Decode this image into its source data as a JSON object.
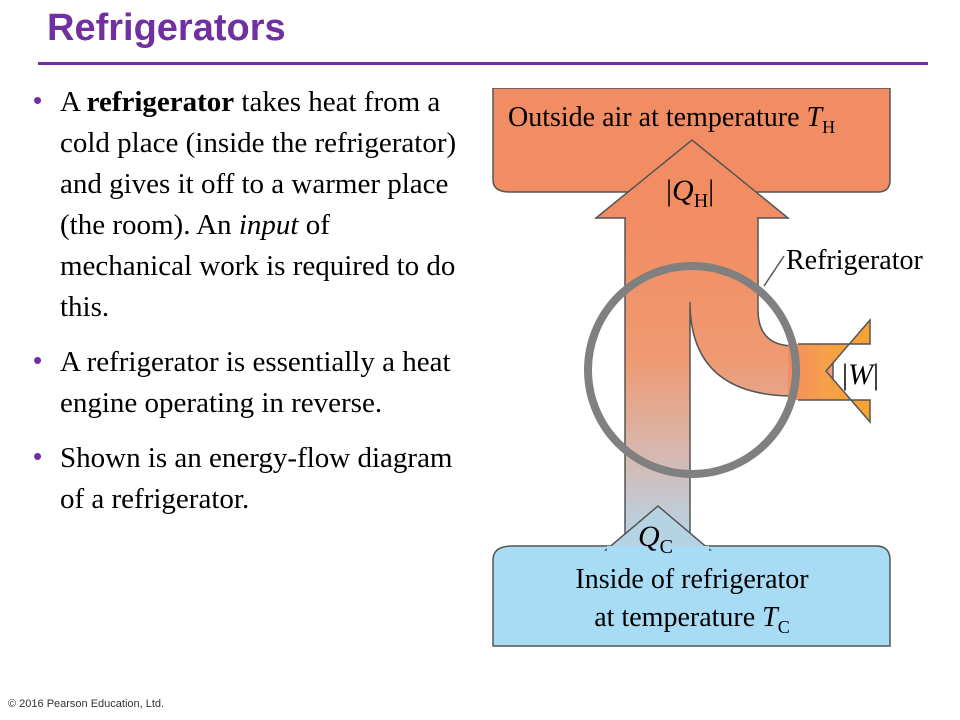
{
  "slide": {
    "title": "Refrigerators",
    "copyright": "© 2016 Pearson Education, Ltd."
  },
  "bullets": [
    {
      "parts": [
        {
          "text": "A ",
          "style": "normal"
        },
        {
          "text": "refrigerator",
          "style": "bold"
        },
        {
          "text": " takes heat from a cold place (inside the refrigerator) and gives it off to a warmer place (the room). An ",
          "style": "normal"
        },
        {
          "text": "input",
          "style": "italic"
        },
        {
          "text": " of mechanical work is required to do this.",
          "style": "normal"
        }
      ]
    },
    {
      "parts": [
        {
          "text": "A refrigerator is essentially a heat engine operating in reverse.",
          "style": "normal"
        }
      ]
    },
    {
      "parts": [
        {
          "text": "Shown is an energy-flow diagram of a refrigerator.",
          "style": "normal"
        }
      ]
    }
  ],
  "diagram": {
    "hot_reservoir_label": "Outside air at temperature",
    "hot_temp_symbol": "T",
    "hot_temp_subscript": "H",
    "qh_symbol": "Q",
    "qh_subscript": "H",
    "refrigerator_label": "Refrigerator",
    "work_symbol": "W",
    "qc_symbol": "Q",
    "qc_subscript": "C",
    "cold_reservoir_line1": "Inside of refrigerator",
    "cold_reservoir_line2": "at temperature",
    "cold_temp_symbol": "T",
    "cold_temp_subscript": "C",
    "colors": {
      "hot": "#f28c62",
      "cold": "#a8dcf5",
      "work": "#f9a330",
      "ring": "#808080",
      "accent": "#7030a0"
    }
  }
}
